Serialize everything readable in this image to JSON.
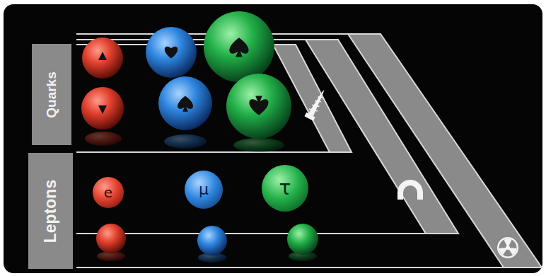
{
  "diagram": {
    "nodes": [
      {
        "text": [
          "Quarks"
        ]
      },
      {
        "text": [
          "Leptons"
        ]
      },
      {
        "text": [
          "e"
        ]
      },
      {
        "text": [
          "μ"
        ]
      },
      {
        "text": [
          "τ"
        ]
      }
    ]
  }
}
